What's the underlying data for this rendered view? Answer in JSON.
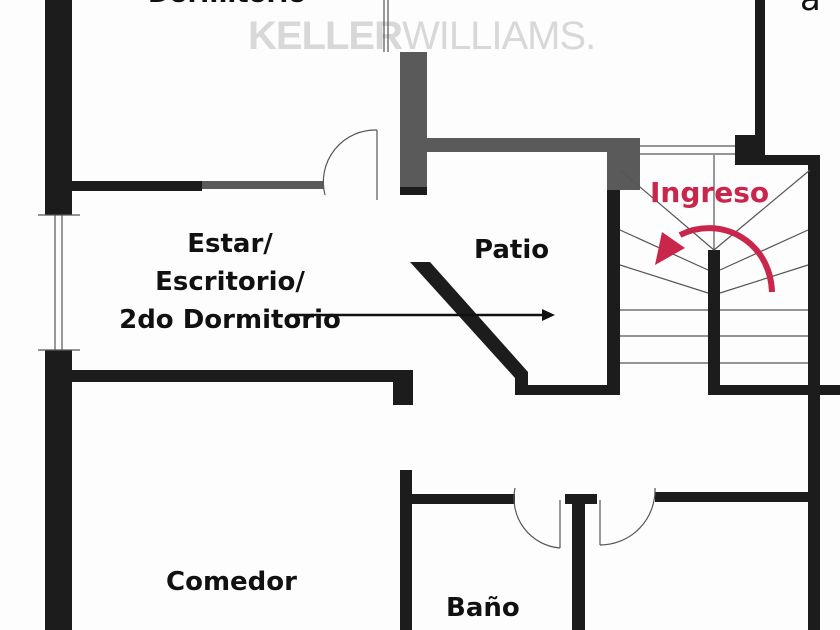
{
  "watermark": {
    "part1": "KELLER",
    "part2": "WILLIAMS."
  },
  "rooms": {
    "top_left": "Dormitorio",
    "top_right_partial": "a",
    "estar_line1": "Estar/",
    "estar_line2": "Escritorio/",
    "estar_line3": "2do Dormitorio",
    "patio": "Patio",
    "comedor": "Comedor",
    "bano": "Baño"
  },
  "entrance": {
    "label": "Ingreso",
    "color": "#c8264a"
  }
}
